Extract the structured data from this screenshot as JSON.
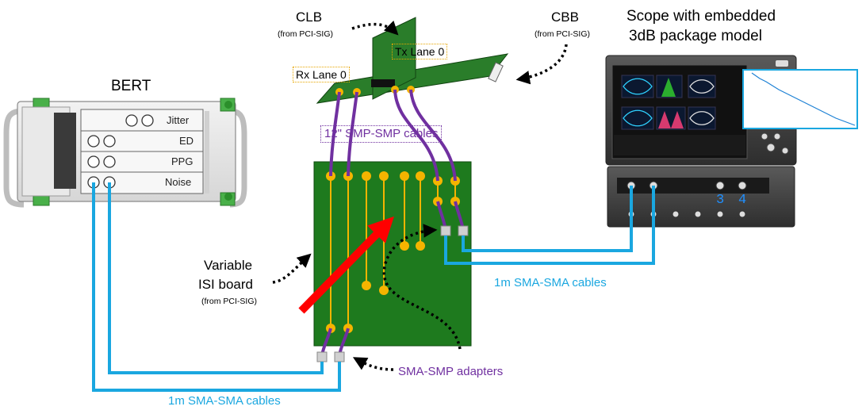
{
  "labels": {
    "bert": "BERT",
    "clb": "CLB",
    "clb_source": "(from PCI-SIG)",
    "cbb": "CBB",
    "cbb_source": "(from PCI-SIG)",
    "scope_line1": "Scope with embedded",
    "scope_line2": "3dB package model",
    "tx_lane": "Tx Lane 0",
    "rx_lane": "Rx Lane 0",
    "smp_cables": "12\" SMP-SMP cables",
    "isi_line1": "Variable",
    "isi_line2": "ISI board",
    "isi_source": "(from PCI-SIG)",
    "sma_cables_right": "1m SMA-SMA cables",
    "sma_cables_bottom": "1m SMA-SMA cables",
    "adapters": "SMA-SMP adapters"
  },
  "bert_modules": [
    "Jitter",
    "ED",
    "PPG",
    "Noise"
  ],
  "scope_channels": [
    "3",
    "4"
  ],
  "colors": {
    "blue_cable": "#1aa7e0",
    "purple_cable": "#7030a0",
    "board_green": "#1e7a1e",
    "pad_gold": "#f5b400",
    "arrow_red": "#ff0000",
    "scope_blue_digits": "#1f8fff"
  }
}
